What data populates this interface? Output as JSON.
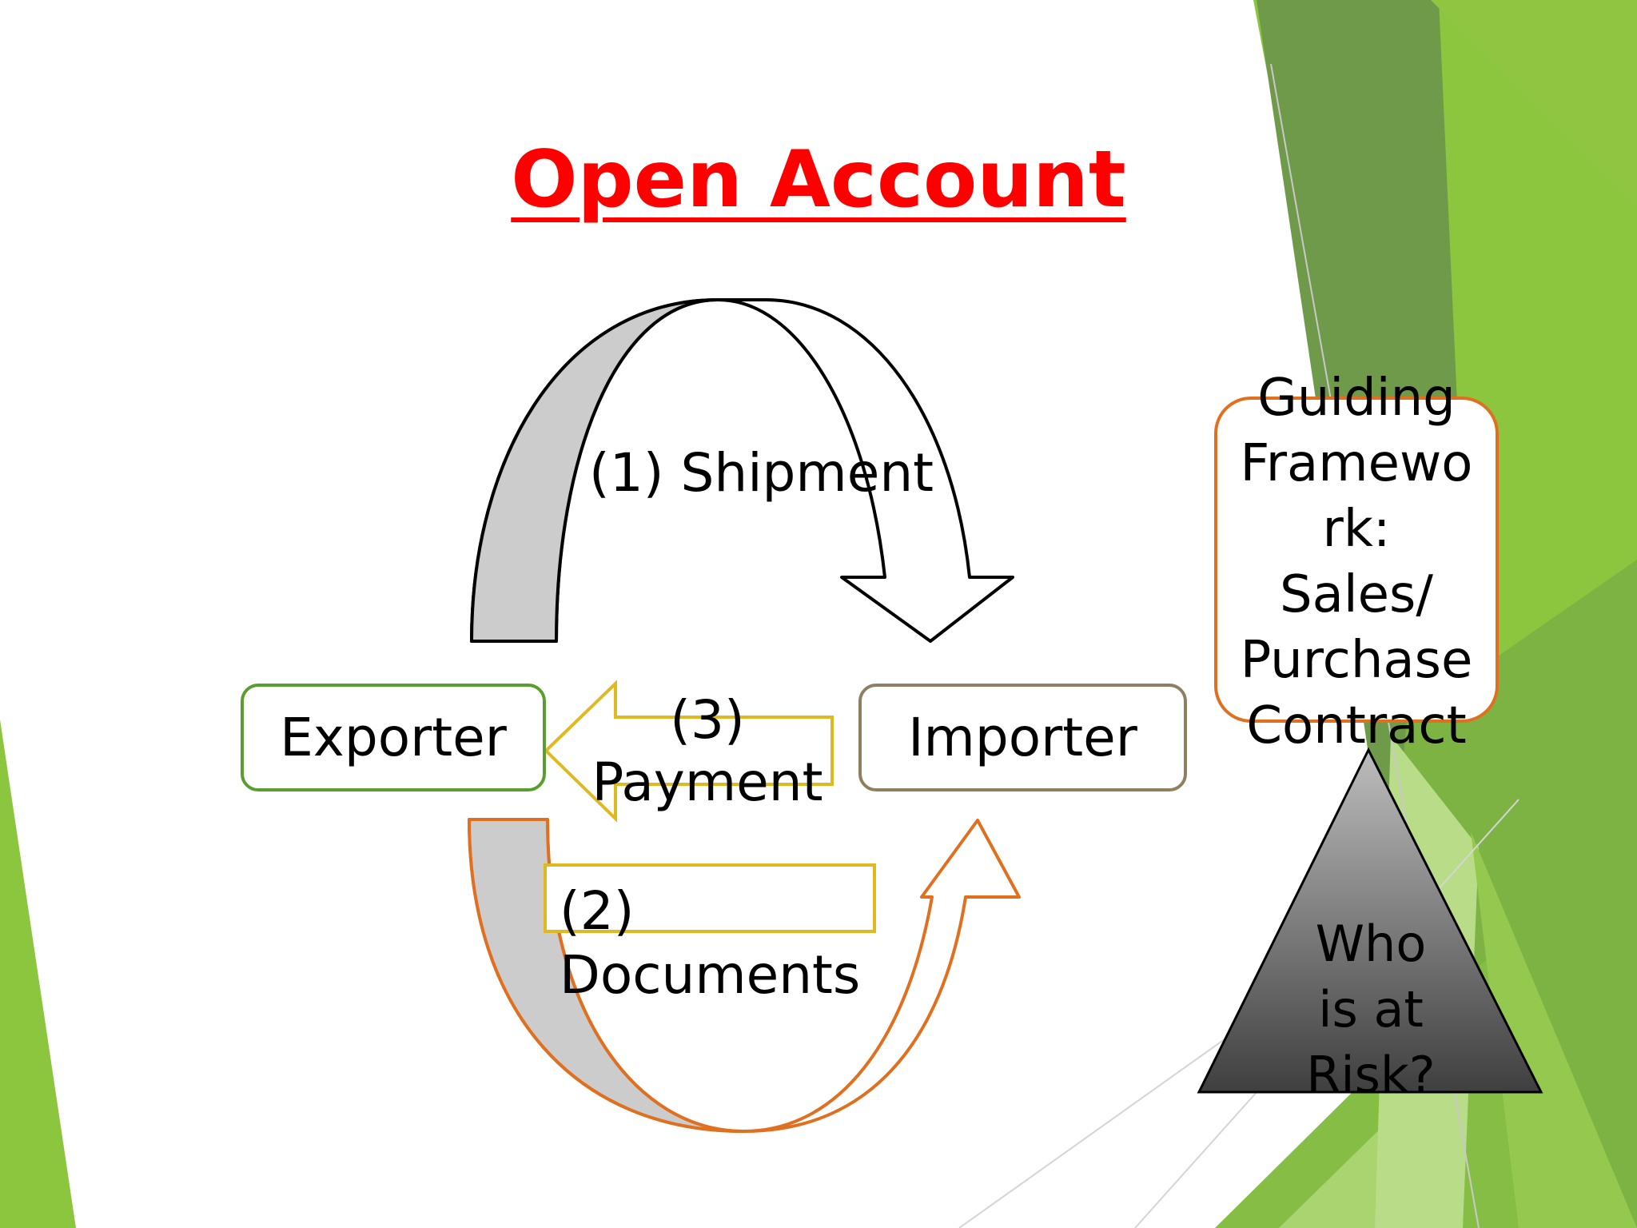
{
  "title": "Open Account",
  "diagram": {
    "shipment_label": "(1) Shipment",
    "payment_label": [
      "(3)",
      "Payment"
    ],
    "documents_label": [
      "(2)",
      "Documents"
    ],
    "exporter": "Exporter",
    "importer": "Importer",
    "framework_lines": [
      "Guiding",
      "Framewo",
      "rk:",
      "Sales/",
      "Purchase",
      "Contract"
    ],
    "risk_lines": [
      "Who",
      "is at",
      "Risk?"
    ]
  },
  "colors": {
    "title": "#ff0000",
    "exporter_border": "#5a9e2f",
    "importer_border": "#8b8060",
    "payment_arrow": "#e0b820",
    "documents_arrow": "#e07020",
    "framework_border": "#e07020",
    "accent_green": "#8cc63f"
  }
}
